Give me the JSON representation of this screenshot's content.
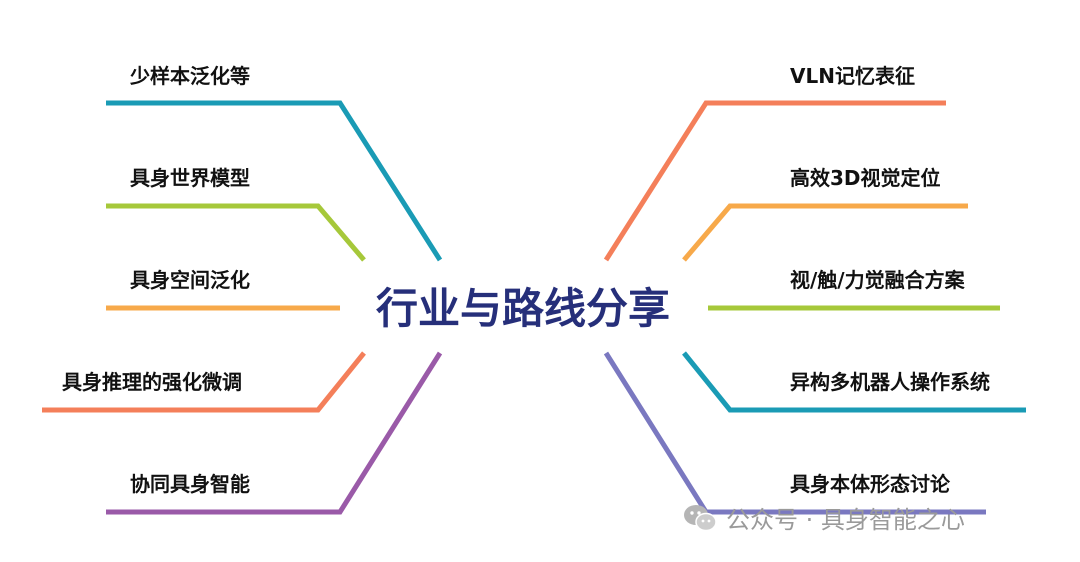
{
  "center": {
    "title": "行业与路线分享"
  },
  "left_branches": [
    {
      "label": "少样本泛化等",
      "color": "#1a9bb5"
    },
    {
      "label": "具身世界模型",
      "color": "#a6c83a"
    },
    {
      "label": "具身空间泛化",
      "color": "#f7a94a"
    },
    {
      "label": "具身推理的强化微调",
      "color": "#f47f5a"
    },
    {
      "label": "协同具身智能",
      "color": "#9a5aa8"
    }
  ],
  "right_branches": [
    {
      "label": "VLN记忆表征",
      "color": "#f47f5a"
    },
    {
      "label": "高效3D视觉定位",
      "color": "#f7a94a"
    },
    {
      "label": "视/触/力觉融合方案",
      "color": "#a6c83a"
    },
    {
      "label": "异构多机器人操作系统",
      "color": "#1a9bb5"
    },
    {
      "label": "具身本体形态讨论",
      "color": "#7a78c0"
    }
  ],
  "watermark": {
    "text": "公众号 · 具身智能之心",
    "icon": "wechat-icon"
  }
}
